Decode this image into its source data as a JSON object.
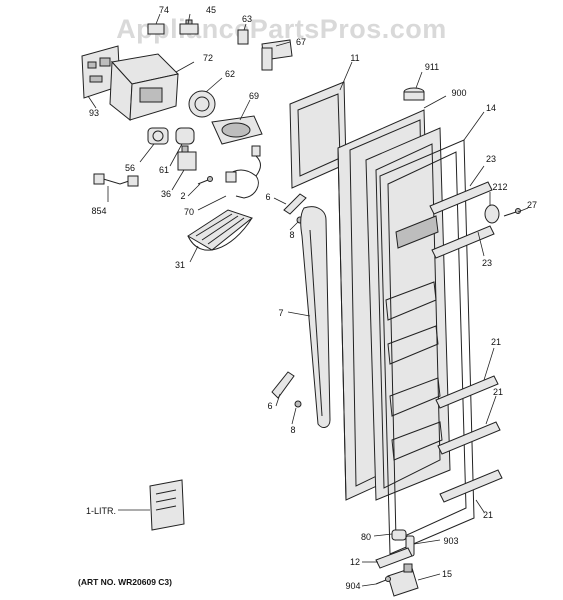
{
  "watermark": "AppliancePartsPros.com",
  "art_number": "(ART NO. WR20609 C3)",
  "callouts": [
    {
      "id": "74",
      "label": "74"
    },
    {
      "id": "45",
      "label": "45"
    },
    {
      "id": "63",
      "label": "63"
    },
    {
      "id": "67",
      "label": "67"
    },
    {
      "id": "72",
      "label": "72"
    },
    {
      "id": "62",
      "label": "62"
    },
    {
      "id": "93",
      "label": "93"
    },
    {
      "id": "69",
      "label": "69"
    },
    {
      "id": "11",
      "label": "11"
    },
    {
      "id": "911",
      "label": "911"
    },
    {
      "id": "900",
      "label": "900"
    },
    {
      "id": "14",
      "label": "14"
    },
    {
      "id": "56",
      "label": "56"
    },
    {
      "id": "61",
      "label": "61"
    },
    {
      "id": "36",
      "label": "36"
    },
    {
      "id": "2",
      "label": "2"
    },
    {
      "id": "70",
      "label": "70"
    },
    {
      "id": "854",
      "label": "854"
    },
    {
      "id": "6a",
      "label": "6"
    },
    {
      "id": "8a",
      "label": "8"
    },
    {
      "id": "23a",
      "label": "23"
    },
    {
      "id": "212",
      "label": "212"
    },
    {
      "id": "27",
      "label": "27"
    },
    {
      "id": "31",
      "label": "31"
    },
    {
      "id": "23b",
      "label": "23"
    },
    {
      "id": "7",
      "label": "7"
    },
    {
      "id": "21a",
      "label": "21"
    },
    {
      "id": "21b",
      "label": "21"
    },
    {
      "id": "6b",
      "label": "6"
    },
    {
      "id": "8b",
      "label": "8"
    },
    {
      "id": "1litr",
      "label": "1-LITR."
    },
    {
      "id": "21c",
      "label": "21"
    },
    {
      "id": "80",
      "label": "80"
    },
    {
      "id": "903",
      "label": "903"
    },
    {
      "id": "12",
      "label": "12"
    },
    {
      "id": "15",
      "label": "15"
    },
    {
      "id": "904",
      "label": "904"
    }
  ]
}
